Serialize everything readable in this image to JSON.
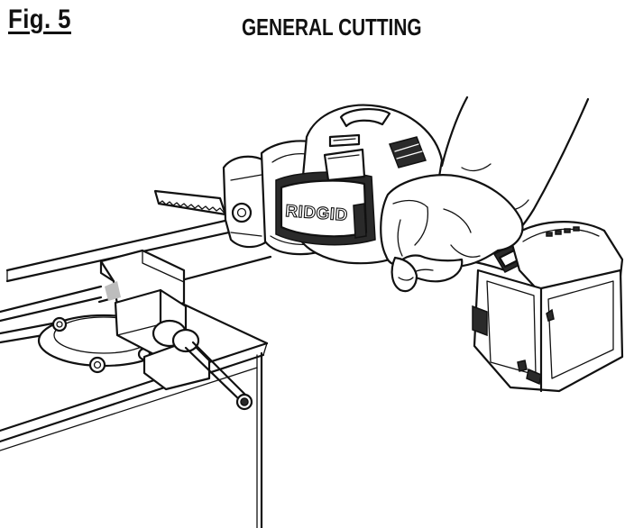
{
  "figure": {
    "label": "Fig. 5",
    "title": "GENERAL CUTTING"
  },
  "illustration": {
    "subject": "hand holding reciprocating saw cutting material clamped in bench vise",
    "brand_marking": "RIDGID"
  }
}
